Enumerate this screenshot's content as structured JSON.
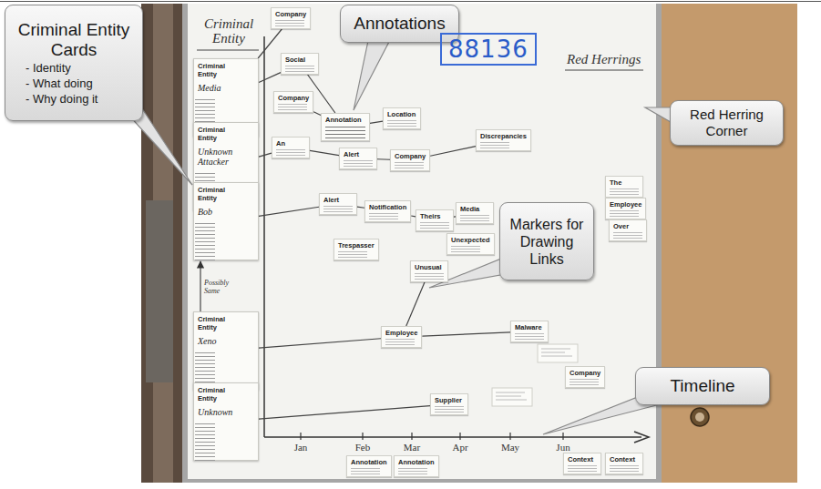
{
  "diagram": {
    "nodes": [
      {
        "text": [
          "Criminal Entity Cards",
          "- Identity",
          "- What doing",
          "- Why doing it"
        ]
      },
      {
        "text": [
          "Annotations"
        ]
      },
      {
        "text": [
          "Red Herring Corner"
        ]
      },
      {
        "text": [
          "88136"
        ]
      },
      {
        "text": [
          "Criminal Entity",
          "Media"
        ]
      },
      {
        "text": [
          "Criminal Entity",
          "Unknown Attacker"
        ]
      },
      {
        "text": [
          "Criminal Entity",
          "Bob"
        ]
      },
      {
        "text": [
          "Criminal Entity",
          "Xeno"
        ]
      },
      {
        "text": [
          "Criminal Entity",
          "Unknown"
        ]
      },
      {
        "text": [
          "Company"
        ]
      },
      {
        "text": [
          "Social"
        ]
      },
      {
        "text": [
          "Company"
        ]
      },
      {
        "text": [
          "Annotation"
        ]
      },
      {
        "text": [
          "Location"
        ]
      },
      {
        "text": [
          "An"
        ]
      },
      {
        "text": [
          "Alert"
        ]
      },
      {
        "text": [
          "Company"
        ]
      },
      {
        "text": [
          "Discrepancies"
        ]
      },
      {
        "text": [
          "Alert"
        ]
      },
      {
        "text": [
          "Notification"
        ]
      },
      {
        "text": [
          "Theirs"
        ]
      },
      {
        "text": [
          "Media"
        ]
      },
      {
        "text": [
          "Unexpected"
        ]
      },
      {
        "text": [
          "Trespasser"
        ]
      },
      {
        "text": [
          "Unusual"
        ]
      },
      {
        "text": [
          "Employee"
        ]
      },
      {
        "text": [
          "Malware"
        ]
      },
      {
        "text": [
          "Company"
        ]
      },
      {
        "text": [
          "Supplier"
        ]
      },
      {
        "text": [
          "The"
        ]
      },
      {
        "text": [
          "Employee"
        ]
      },
      {
        "text": [
          "Over"
        ]
      },
      {
        "text": [
          "Markers for Drawing Links"
        ]
      },
      {
        "text": [
          "Timeline"
        ]
      },
      {
        "text": [
          "Annotation"
        ]
      },
      {
        "text": [
          "Annotation"
        ]
      },
      {
        "text": [
          "Context"
        ]
      },
      {
        "text": [
          "Context"
        ]
      }
    ],
    "edges": [
      {
        "from": 4,
        "to": 9,
        "arrow": "none"
      },
      {
        "from": 4,
        "to": 10,
        "arrow": "none"
      },
      {
        "from": 10,
        "to": 12,
        "arrow": "none"
      },
      {
        "from": 11,
        "to": 12,
        "arrow": "none"
      },
      {
        "from": 13,
        "to": 12,
        "arrow": "none"
      },
      {
        "from": 5,
        "to": 14,
        "arrow": "none"
      },
      {
        "from": 14,
        "to": 15,
        "arrow": "none"
      },
      {
        "from": 15,
        "to": 16,
        "arrow": "none"
      },
      {
        "from": 16,
        "to": 17,
        "arrow": "none"
      },
      {
        "from": 6,
        "to": 18,
        "arrow": "none"
      },
      {
        "from": 18,
        "to": 19,
        "arrow": "none"
      },
      {
        "from": 19,
        "to": 20,
        "arrow": "none"
      },
      {
        "from": 20,
        "to": 21,
        "arrow": "none"
      },
      {
        "from": 24,
        "to": 25,
        "arrow": "none"
      },
      {
        "from": 7,
        "to": 25,
        "arrow": "none"
      },
      {
        "from": 25,
        "to": 26,
        "arrow": "none"
      },
      {
        "from": 8,
        "to": 28,
        "arrow": "none"
      },
      {
        "from": 7,
        "to": 6,
        "label": "Possibly Same",
        "arrow": "to"
      }
    ],
    "labels": [
      "Criminal Entity",
      "Red Herrings",
      "Jan",
      "Feb",
      "Mar",
      "Apr",
      "May",
      "Jun"
    ]
  }
}
